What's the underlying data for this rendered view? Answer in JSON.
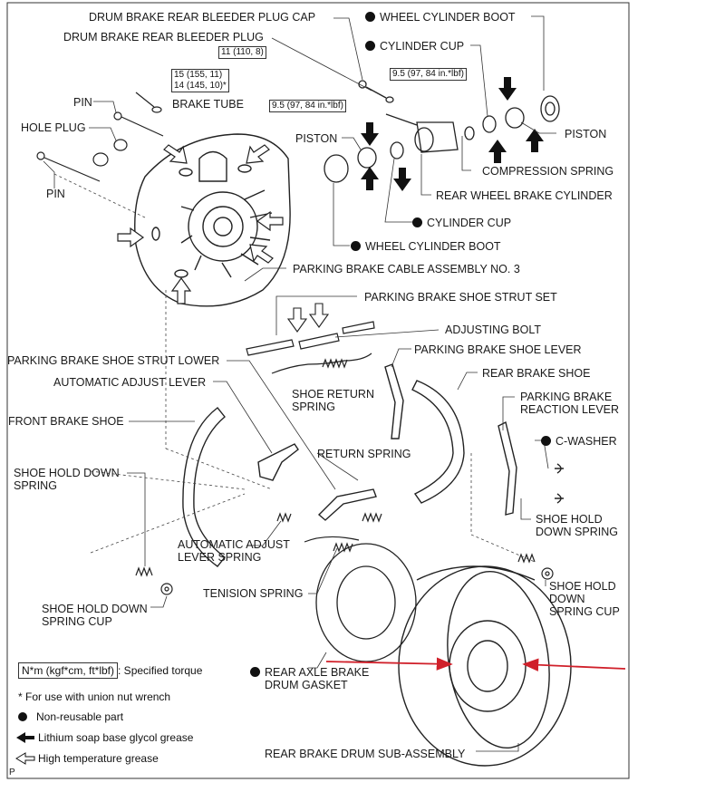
{
  "labels": {
    "bleeder_cap": "DRUM BRAKE REAR BLEEDER PLUG CAP",
    "bleeder_plug": "DRUM BRAKE REAR BLEEDER PLUG",
    "wheel_cyl_boot_top": "WHEEL CYLINDER BOOT",
    "cyl_cup_top": "CYLINDER CUP",
    "pin_top": "PIN",
    "brake_tube": "BRAKE TUBE",
    "hole_plug": "HOLE PLUG",
    "pin_left": "PIN",
    "piston_left": "PISTON",
    "piston_right": "PISTON",
    "compression_spring": "COMPRESSION SPRING",
    "rear_wheel_cyl": "REAR WHEEL BRAKE CYLINDER",
    "cyl_cup_mid": "CYLINDER CUP",
    "wheel_cyl_boot_mid": "WHEEL CYLINDER BOOT",
    "pb_cable": "PARKING BRAKE CABLE ASSEMBLY NO. 3",
    "pb_strut_set": "PARKING BRAKE SHOE STRUT SET",
    "adjusting_bolt": "ADJUSTING BOLT",
    "pb_strut_lower": "PARKING BRAKE SHOE STRUT LOWER",
    "pb_shoe_lever": "PARKING BRAKE SHOE LEVER",
    "auto_adjust_lever": "AUTOMATIC ADJUST LEVER",
    "rear_brake_shoe": "REAR BRAKE SHOE",
    "shoe_return_spring_1": "SHOE RETURN",
    "shoe_return_spring_2": "SPRING",
    "pb_reaction_lever_1": "PARKING BRAKE",
    "pb_reaction_lever_2": "REACTION LEVER",
    "front_brake_shoe": "FRONT BRAKE SHOE",
    "c_washer": "C-WASHER",
    "return_spring": "RETURN SPRING",
    "hold_down_spring_left_1": "SHOE HOLD DOWN",
    "hold_down_spring_left_2": "SPRING",
    "hold_down_spring_right_1": "SHOE HOLD",
    "hold_down_spring_right_2": "DOWN SPRING",
    "auto_adjust_spring_1": "AUTOMATIC ADJUST",
    "auto_adjust_spring_2": "LEVER SPRING",
    "tension_spring": "TENISION SPRING",
    "hold_down_cup_right_1": "SHOE HOLD",
    "hold_down_cup_right_2": "DOWN",
    "hold_down_cup_right_3": "SPRING CUP",
    "hold_down_cup_left_1": "SHOE HOLD DOWN",
    "hold_down_cup_left_2": "SPRING CUP",
    "drum_gasket_1": "REAR AXLE BRAKE",
    "drum_gasket_2": "DRUM GASKET",
    "drum_sub_assembly": "REAR BRAKE DRUM SUB-ASSEMBLY"
  },
  "torques": {
    "bleeder": "11 (110, 8)",
    "brake_tube_1": "15 (155, 11)",
    "brake_tube_2": "14 (145, 10)*",
    "cylinder_right": "9.5 (97, 84 in.*lbf)",
    "cylinder_left": "9.5 (97, 84 in.*lbf)"
  },
  "legend": {
    "torque_box": "N*m (kgf*cm, ft*lbf)",
    "torque_text": ": Specified torque",
    "union_nut": "* For use with union nut wrench",
    "non_reusable": "Non-reusable part",
    "lithium": "Lithium soap base glycol grease",
    "high_temp": "High temperature grease"
  },
  "corner_mark": "P",
  "colors": {
    "line": "#222222",
    "highlight_arrow": "#d0202a"
  }
}
